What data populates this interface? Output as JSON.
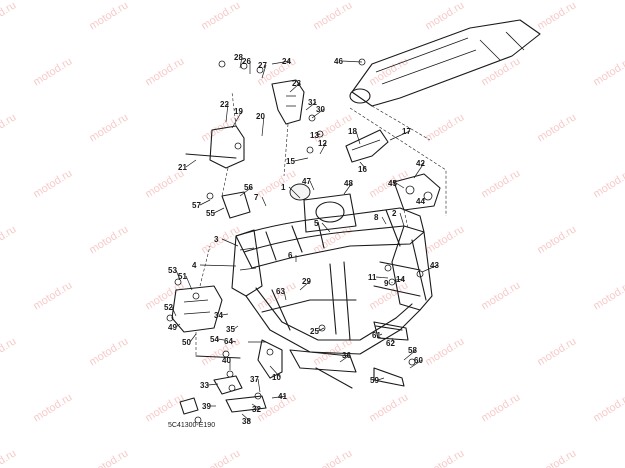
{
  "diagram": {
    "caption": "5C41300-E190",
    "watermark_text": "motod.ru",
    "callouts": [
      "1",
      "2",
      "3",
      "4",
      "5",
      "6",
      "7",
      "8",
      "9",
      "10",
      "11",
      "12",
      "13",
      "14",
      "15",
      "16",
      "17",
      "18",
      "19",
      "20",
      "21",
      "22",
      "23",
      "24",
      "25",
      "26",
      "27",
      "28",
      "29",
      "30",
      "31",
      "32",
      "33",
      "34",
      "35",
      "36",
      "37",
      "38",
      "39",
      "40",
      "41",
      "42",
      "43",
      "44",
      "45",
      "46",
      "47",
      "48",
      "49",
      "50",
      "51",
      "52",
      "53",
      "54",
      "55",
      "56",
      "57",
      "58",
      "59",
      "60",
      "61",
      "62",
      "63",
      "64"
    ]
  }
}
